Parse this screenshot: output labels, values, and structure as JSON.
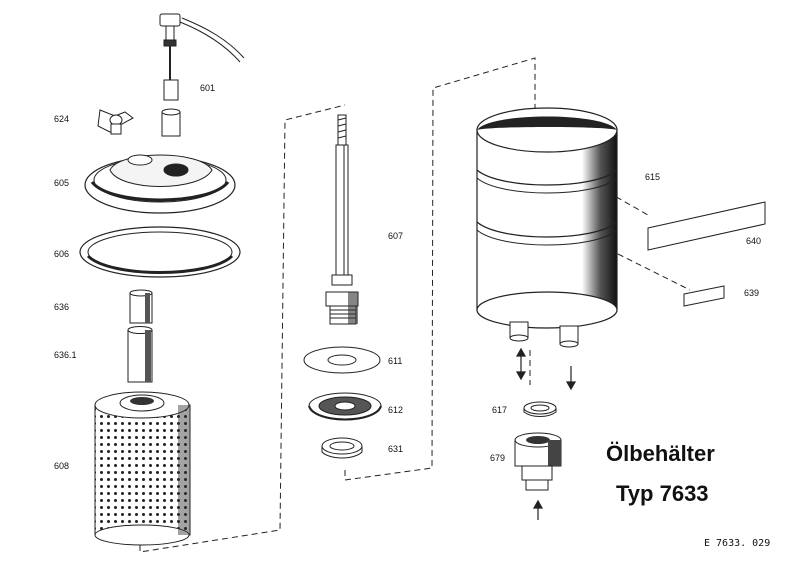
{
  "diagram": {
    "title_line1": "Ölbehälter",
    "title_line2": "Typ 7633",
    "drawing_code": "E  7633. 029",
    "labels": {
      "p601": "601",
      "p624": "624",
      "p605": "605",
      "p606": "606",
      "p636": "636",
      "p6361": "636.1",
      "p608": "608",
      "p607": "607",
      "p611": "611",
      "p612": "612",
      "p631": "631",
      "p615": "615",
      "p640": "640",
      "p639": "639",
      "p617": "617",
      "p679": "679"
    }
  }
}
